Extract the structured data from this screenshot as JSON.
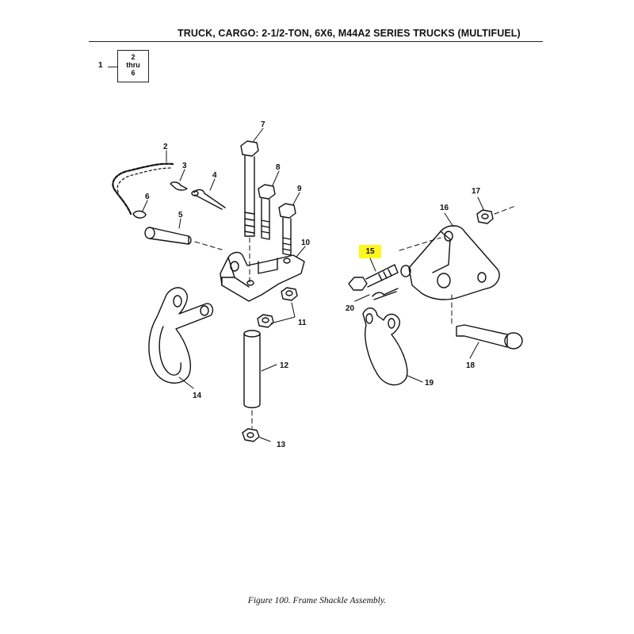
{
  "header": {
    "title": "TRUCK, CARGO: 2-1/2-TON, 6X6, M44A2 SERIES TRUCKS (MULTIFUEL)"
  },
  "legend": {
    "item": "1",
    "line1": "2",
    "line2": "thru",
    "line3": "6"
  },
  "callouts": {
    "c2": "2",
    "c3": "3",
    "c4": "4",
    "c5": "5",
    "c6": "6",
    "c7": "7",
    "c8": "8",
    "c9": "9",
    "c10": "10",
    "c11": "11",
    "c12": "12",
    "c13": "13",
    "c14": "14",
    "c15": "15",
    "c16": "16",
    "c17": "17",
    "c18": "18",
    "c19": "19",
    "c20": "20"
  },
  "highlight": {
    "label": "15",
    "color": "#fff61e"
  },
  "caption": "Figure 100.  Frame Shackle Assembly."
}
